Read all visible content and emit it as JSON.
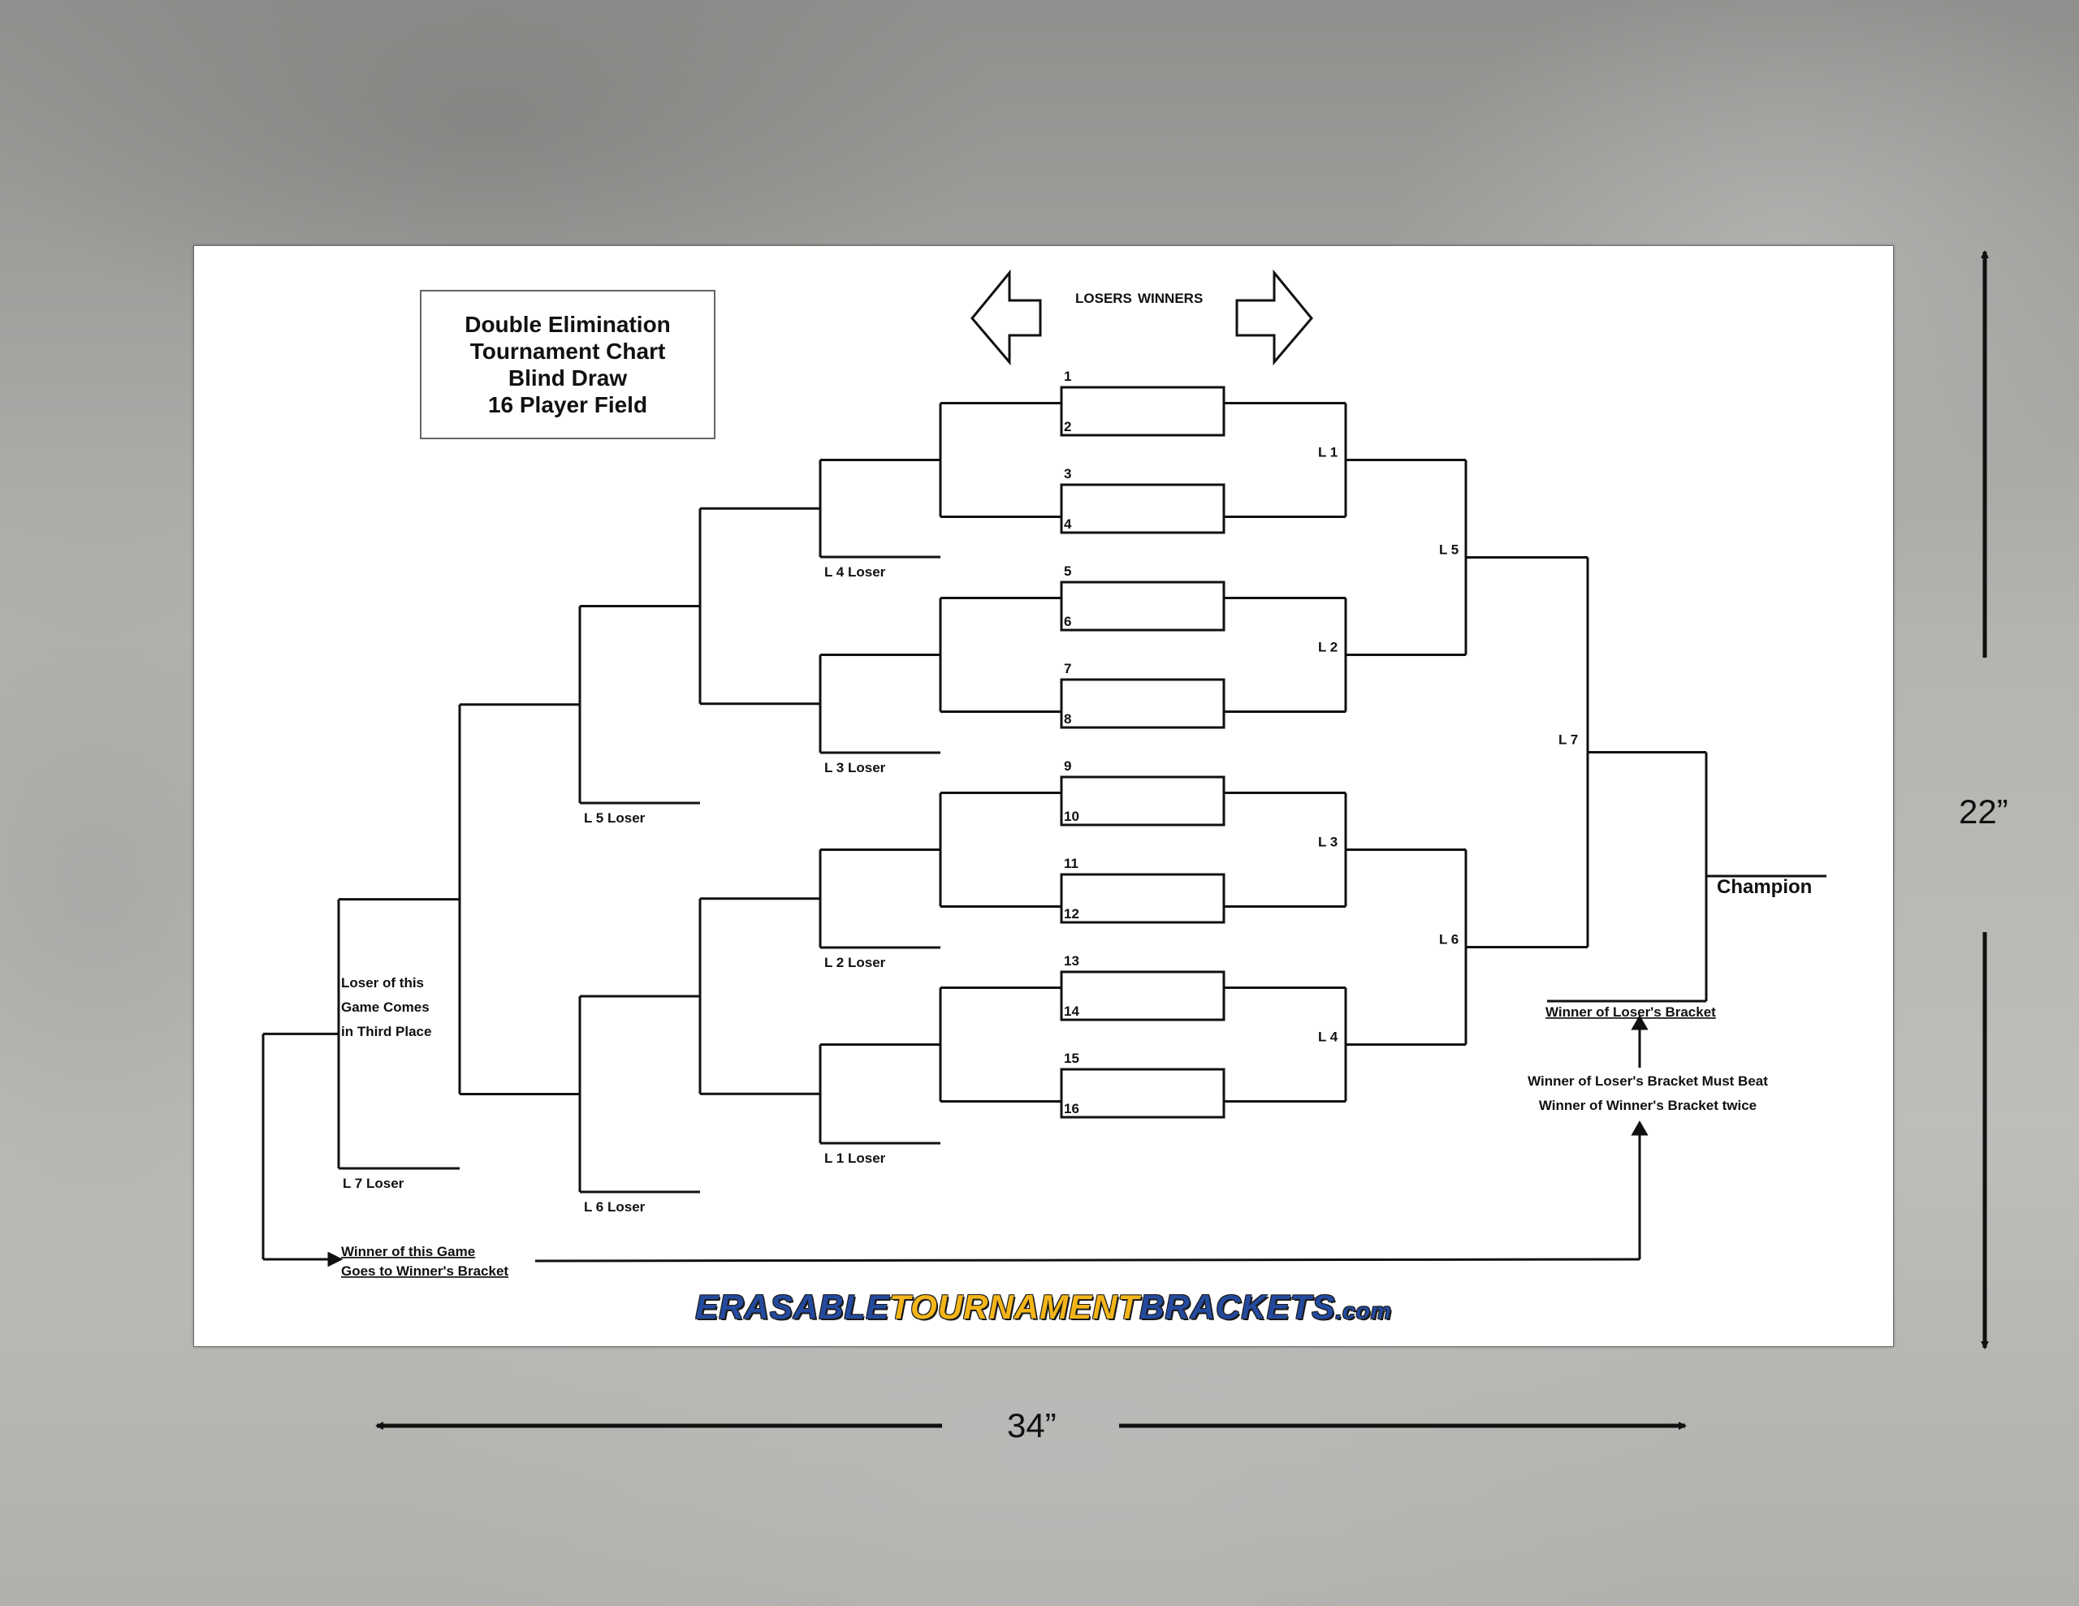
{
  "title": {
    "lines": [
      "Double Elimination",
      "Tournament Chart",
      "Blind Draw",
      "16 Player Field"
    ]
  },
  "direction": {
    "losers_label": "LOSERS",
    "winners_label": "WINNERS"
  },
  "winners_bracket": {
    "first_round_slots": [
      {
        "top": "1",
        "bottom": "2"
      },
      {
        "top": "3",
        "bottom": "4"
      },
      {
        "top": "5",
        "bottom": "6"
      },
      {
        "top": "7",
        "bottom": "8"
      },
      {
        "top": "9",
        "bottom": "10"
      },
      {
        "top": "11",
        "bottom": "12"
      },
      {
        "top": "13",
        "bottom": "14"
      },
      {
        "top": "15",
        "bottom": "16"
      }
    ],
    "round2_labels": [
      "L 1",
      "L 2",
      "L 3",
      "L 4"
    ],
    "round3_labels": [
      "L 5",
      "L 6"
    ],
    "round4_label": "L 7",
    "champion_label": "Champion"
  },
  "losers_bracket": {
    "drop_labels": [
      "L 4 Loser",
      "L 3 Loser",
      "L 2 Loser",
      "L 1 Loser",
      "L 5 Loser",
      "L 6 Loser",
      "L 7 Loser"
    ],
    "third_place_note": [
      "Loser of this",
      "Game Comes",
      "in Third Place"
    ],
    "winner_note": [
      "Winner of this Game",
      "Goes to Winner's Bracket"
    ],
    "losers_winner_label": "Winner of Loser's Bracket",
    "final_rule": [
      "Winner of Loser's Bracket Must Beat",
      "Winner of Winner's Bracket twice"
    ]
  },
  "brand": {
    "part1": "ERASABLE",
    "part2": "TOURNAMENT",
    "part3": "BRACKETS",
    "part4": ".com",
    "colors": {
      "blue": "#244a9e",
      "gold": "#f3b51a"
    }
  },
  "dimensions": {
    "height_label": "22”",
    "width_label": "34”"
  }
}
